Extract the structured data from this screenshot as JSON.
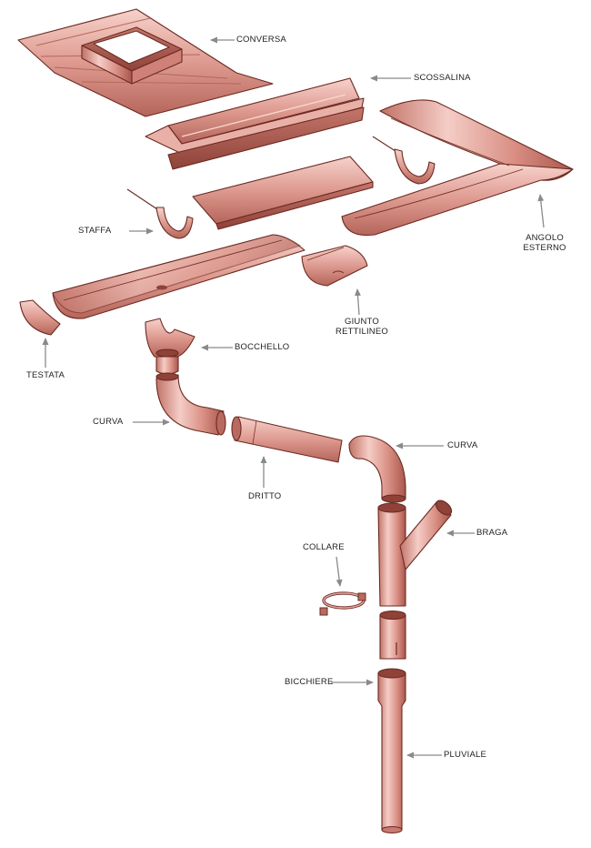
{
  "colors": {
    "copper_light": "#f2c3bb",
    "copper_mid": "#d88b80",
    "copper_dark": "#a8554b",
    "outline": "#6b2a22",
    "arrow": "#8a8a8a"
  },
  "labels": {
    "conversa": "CONVERSA",
    "scossalina": "SCOSSALINA",
    "staffa": "STAFFA",
    "angolo_esterno_l1": "ANGOLO",
    "angolo_esterno_l2": "ESTERNO",
    "giunto_rettilineo_l1": "GIUNTO",
    "giunto_rettilineo_l2": "RETTILINEO",
    "testata": "TESTATA",
    "bocchello": "BOCCHELLO",
    "curva_left": "CURVA",
    "curva_right": "CURVA",
    "dritto": "DRITTO",
    "braga": "BRAGA",
    "collare": "COLLARE",
    "bicchiere": "BICCHIERE",
    "pluviale": "PLUVIALE"
  }
}
